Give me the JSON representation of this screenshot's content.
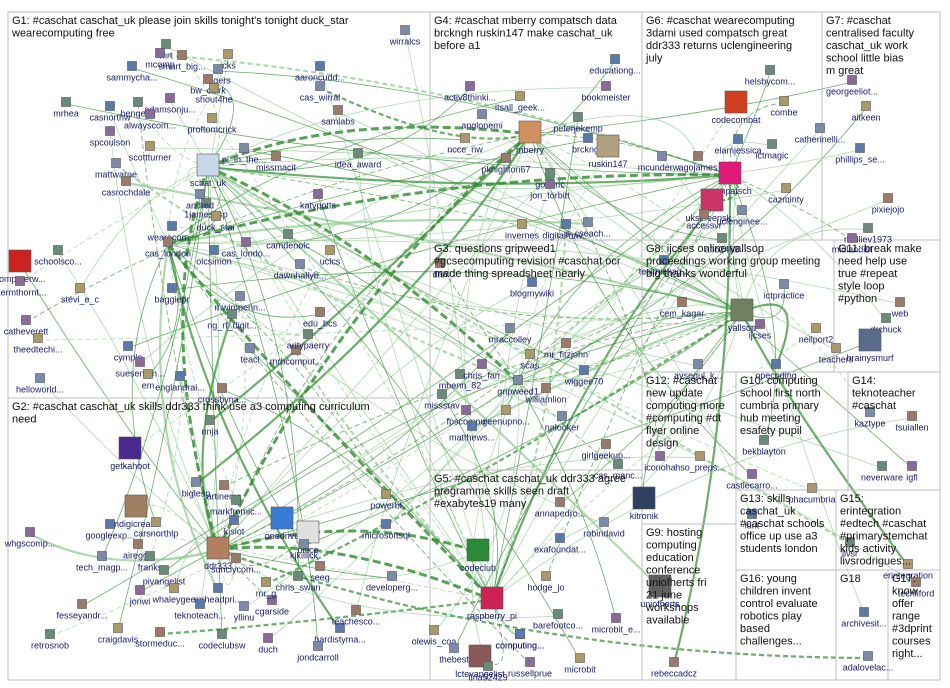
{
  "colors": {
    "edge": "#2e8b2e",
    "edge_light": "#8fc98f",
    "box_border": "#bfbfbf"
  },
  "groups": [
    {
      "label": "G1: #caschat caschat_uk please join skills tonight's tonight duck_star wearecomputing free"
    },
    {
      "label": "G2: #caschat caschat_uk skills ddr333 think use a3 computing curriculum need"
    },
    {
      "label": "G3: questions gripweed1 #gcsecomputing revision #caschat ocr made thing spreadsheet nearly"
    },
    {
      "label": "G4: #caschat mberry compatsch data brckngh ruskin147 make caschat_uk before a1"
    },
    {
      "label": "G5: #caschat caschat_uk ddr333 agree programme skills seen draft #exabytes19 many"
    },
    {
      "label": "G6: #caschat wearecomputing 3dami used compatsch great ddr333 returns uclengineering july"
    },
    {
      "label": "G7: #caschat centralised faculty caschat_uk work school little bias m great"
    },
    {
      "label": "G8: ijcses online yallsop proceedings working group meeting big thanks wonderful"
    },
    {
      "label": "G9: hosting computing education conference uniofherts fri 21 june workshops available"
    },
    {
      "label": "G10: computing school first north cumbria primary hub meeting esafety pupil"
    },
    {
      "label": "G11: break make need help use true #repeat style loop #python"
    },
    {
      "label": "G12: #caschat new update computing more #computing #dt flyer online design"
    },
    {
      "label": "G13: skills caschat_uk #caschat schools office up use a3 students london"
    },
    {
      "label": "G14: teknoteacher #caschat"
    },
    {
      "label": "G15: erintegration #edtech #caschat #primarystemchat kids activity livsrodrigues..."
    },
    {
      "label": "G16: young children invent control evaluate robotics play based challenges..."
    },
    {
      "label": "G17: know offer range #3dprint courses right..."
    },
    {
      "label": "G18"
    }
  ],
  "nodes": [
    "wirralcs",
    "smart_big...",
    "mrt",
    "mcomp",
    "icks",
    "sammycha...",
    "rogers",
    "bw_clark",
    "mrhea",
    "adamsonju...",
    "shout4he",
    "aaroncudd...",
    "cas_wirral",
    "samlabs",
    "hengeha",
    "alwayscom...",
    "proftomcrick",
    "casnorthw",
    "pi_in_the...",
    "missmacit",
    "idea_award",
    "spcoulson",
    "scottturner",
    "schat_uk",
    "mattwarne",
    "casrochdale",
    "1james_sp",
    "katypotts",
    "duck_star",
    "wearecom...",
    "andred",
    "cas_london",
    "camdenolc",
    "cas_londo...",
    "uclcs",
    "olcsimon",
    "dawnhallyb...",
    "computerw...",
    "schoolsco...",
    "stermthornt...",
    "stevi_e_c",
    "baggiepr",
    "mwimpenn...",
    "edu_bcs",
    "ng_rf_digit...",
    "catheverett",
    "theedtechi...",
    "cymple",
    "teacl",
    "mrbcomput...",
    "aritypaerry",
    "suesentan...",
    "em",
    "englandrai...",
    "helloworld...",
    "crossbyna...",
    "nnja",
    "activ8thinki...",
    "itsall_geek...",
    "educationg...",
    "anglonemi",
    "mberry",
    "peterjekemp",
    "bookmeister",
    "ncce_nw",
    "brckngh",
    "ruskin147",
    "pknighton67",
    "goobric",
    "jon_torbitt",
    "invernes",
    "digitalmav...",
    "s_cseach...",
    "dan",
    "helsbycom...",
    "codecombat",
    "combe",
    "elamjessica",
    "mcunderw...",
    "agojames",
    "ictmagic",
    "compatsch",
    "cazminty",
    "ukscreensk...",
    "uclenginee...",
    "accessvr",
    "afio2468",
    "georgeeliot...",
    "aitkeen",
    "phillips_se...",
    "catherinelli...",
    "pixiejojo",
    "molliev1973",
    "midlandist",
    "computing...",
    "blogmywiki",
    "mraccolley",
    "mr_fitzjohn",
    "mbenn_82",
    "chris_farr",
    "scas",
    "wiggee70",
    "gripweed1",
    "williamlion",
    "misssrav",
    "fpscompu",
    "geenupno...",
    "matthews...",
    "nalooker",
    "girlgeekup...",
    "cas_manc...",
    "iconoha",
    "hso_preps...",
    "tesimiekag...",
    "ictpractice",
    "cem_kagar",
    "yallsop",
    "ijcses",
    "neilport2",
    "opecoding",
    "aysegul_k...",
    "web",
    "drchuck",
    "brainysmurf",
    "teachers",
    "getkahoot",
    "biglesp",
    "artinema",
    "markfromic...",
    "ndigicrea...",
    "carsnorthlp",
    "googleexp...",
    "tech_magp...",
    "airegge",
    "franks",
    "onedrive",
    "office",
    "kjsiot",
    "ddr333",
    "sunclycom...",
    "pivangelist",
    "jonwi",
    "whaleygee",
    "mrheadpri...",
    "kjkillick",
    "seeg",
    "chris_swan",
    "cgarside",
    "mr_g",
    "teknoteach...",
    "yllinu",
    "stormeduc...",
    "codeclubsw",
    "duch",
    "craigdavis",
    "hardistyma...",
    "jondcarroll",
    "fesseyandr...",
    "retrosnob",
    "whgscomp...",
    "powerbi",
    "microsoftsql",
    "developerg...",
    "teachesco...",
    "codeclub",
    "raspberry_pi",
    "hodge_jo",
    "exafoundat...",
    "robindavid",
    "annapedro...",
    "barefootco...",
    "microbit_e...",
    "olewis_coa",
    "computing...",
    "thebest",
    "lctevangelist",
    "tina52429",
    "russellprue",
    "microbit",
    "kitronik",
    "uniofherts",
    "rebeccadcz",
    "bekblayton",
    "castlecarro...",
    "phacumbria",
    "ldnt",
    "kaztype",
    "tsuiallen",
    "neverware",
    "igfl",
    "erintegration",
    "archivesit...",
    "adalovelac...",
    "techliford",
    "livsr"
  ]
}
